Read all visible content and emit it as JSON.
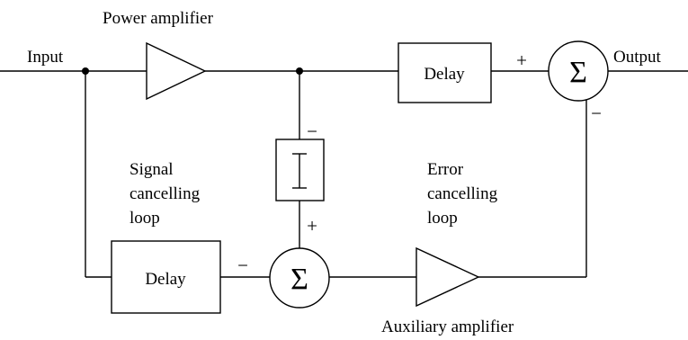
{
  "labels": {
    "input": "Input",
    "output": "Output",
    "power_amplifier": "Power amplifier",
    "auxiliary_amplifier": "Auxiliary amplifier",
    "signal_cancelling_loop": [
      "Signal",
      "cancelling",
      "loop"
    ],
    "error_cancelling_loop": [
      "Error",
      "cancelling",
      "loop"
    ]
  },
  "blocks": {
    "main_delay": "Delay",
    "aux_delay": "Delay"
  },
  "summers": {
    "output_sum": {
      "symbol": "Σ",
      "plus": "+",
      "minus": "−"
    },
    "error_sum": {
      "symbol": "Σ",
      "plus": "+",
      "minus": "−"
    }
  }
}
